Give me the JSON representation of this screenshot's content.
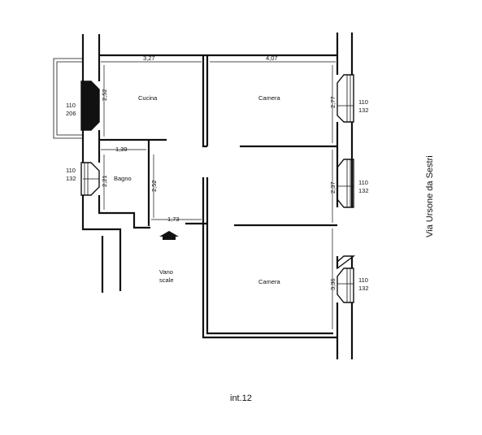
{
  "rooms": {
    "kitchen": "Cucina",
    "bedroom_top": "Camera",
    "bathroom": "Bagno",
    "bedroom_bottom": "Camera",
    "stairwell_line1": "Vano",
    "stairwell_line2": "scale"
  },
  "dimensions": {
    "kitchen_width": "3,27",
    "bedroom_top_width": "4,07",
    "kitchen_depth": "2,52",
    "bedroom_top_depth": "2,77",
    "bathroom_width": "1,39",
    "bathroom_depth": "2,21",
    "hall_depth": "2,52",
    "hall_width": "1,73",
    "middle_depth": "2,37",
    "bedroom_bottom_depth": "3,36"
  },
  "windows": {
    "kitchen_window": [
      "110",
      "206"
    ],
    "bathroom_window": [
      "110",
      "132"
    ],
    "bedroom_top_window": [
      "110",
      "132"
    ],
    "middle_window": [
      "110",
      "132"
    ],
    "bedroom_bottom_window": [
      "110",
      "132"
    ]
  },
  "street": "Via Ursone da Sestri",
  "caption": "int.12"
}
